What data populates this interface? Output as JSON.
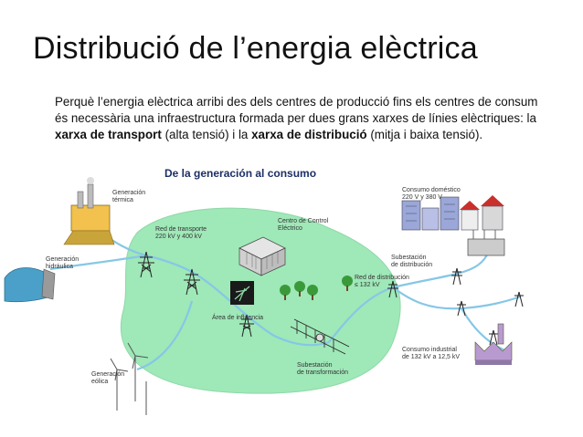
{
  "title": "Distribució de l’energia elèctrica",
  "paragraph": {
    "p1": "Perquè l’energia elèctrica arribi des dels centres de producció fins els centres de consum és necessària una infraestructura formada per dues grans xarxes de línies elèctriques: la ",
    "b1": "xarxa de transport",
    "p2": " (alta tensió) i la ",
    "b2": "xarxa de distribució",
    "p3": " (mitja i baixa tensió)."
  },
  "diagram": {
    "heading": "De la generación al consumo",
    "labels": {
      "termica_1": "Generación",
      "termica_2": "térmica",
      "hidraulica_1": "Generación",
      "hidraulica_2": "hidráulica",
      "eolica_1": "Generación",
      "eolica_2": "eólica",
      "transporte_1": "Red de transporte",
      "transporte_2": "220 kV y 400 kV",
      "control_1": "Centro de Control",
      "control_2": "Eléctrico",
      "area": "Área de influencia",
      "subtrans_1": "Subestación",
      "subtrans_2": "de transformación",
      "subdist_1": "Subestación",
      "subdist_2": "de distribución",
      "reddist_1": "Red de distribución",
      "reddist_2": "≤ 132 kV",
      "domestico_1": "Consumo doméstico",
      "domestico_2": "220 V y 380 V",
      "industrial_1": "Consumo industrial",
      "industrial_2": "de 132 kV a 12,5 kV"
    }
  },
  "colors": {
    "area_green": "#9fe8b8",
    "wire_blue": "#86c7e6",
    "heading": "#1c2f66",
    "building_blue": "#9aa7d8",
    "roof_red": "#c9302c",
    "factory_purple": "#b89ad0"
  }
}
